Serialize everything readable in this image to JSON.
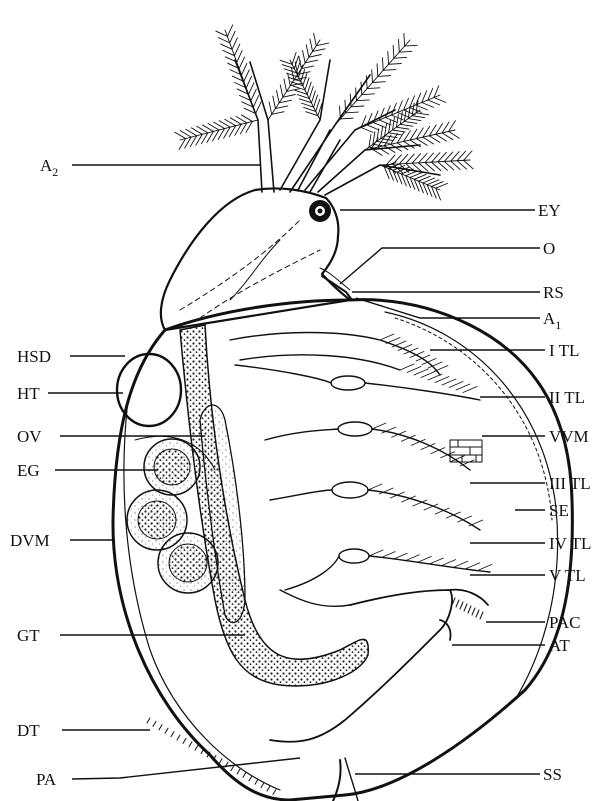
{
  "diagram": {
    "labels_left": [
      {
        "id": "A2",
        "text": "A",
        "sub": "2"
      },
      {
        "id": "HSD",
        "text": "HSD"
      },
      {
        "id": "HT",
        "text": "HT"
      },
      {
        "id": "OV",
        "text": "OV"
      },
      {
        "id": "EG",
        "text": "EG"
      },
      {
        "id": "DVM",
        "text": "DVM"
      },
      {
        "id": "GT",
        "text": "GT"
      },
      {
        "id": "DT",
        "text": "DT"
      },
      {
        "id": "PA",
        "text": "PA"
      }
    ],
    "labels_right": [
      {
        "id": "EY",
        "text": "EY"
      },
      {
        "id": "O",
        "text": "O"
      },
      {
        "id": "RS",
        "text": "RS"
      },
      {
        "id": "A1",
        "text": "A",
        "sub": "1"
      },
      {
        "id": "ITL",
        "text": "I TL"
      },
      {
        "id": "IITL",
        "text": "II TL"
      },
      {
        "id": "VVM",
        "text": "VVM"
      },
      {
        "id": "IIITL",
        "text": "III TL"
      },
      {
        "id": "SE",
        "text": "SE"
      },
      {
        "id": "IVTL",
        "text": "IV TL"
      },
      {
        "id": "VTL",
        "text": "V TL"
      },
      {
        "id": "PAC",
        "text": "PAC"
      },
      {
        "id": "AT",
        "text": "AT"
      },
      {
        "id": "SS",
        "text": "SS"
      }
    ]
  },
  "colors": {
    "ink": "#111111",
    "background": "#ffffff",
    "stipple": "#222222"
  }
}
